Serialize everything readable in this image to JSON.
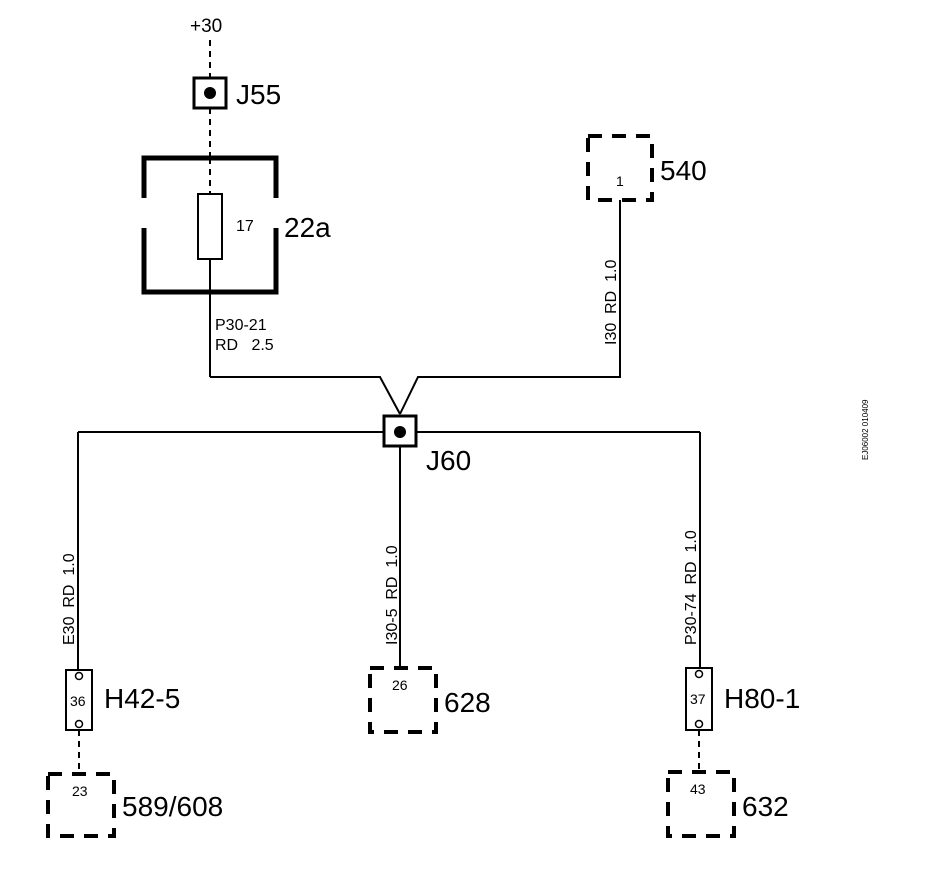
{
  "supply": {
    "label": "+30"
  },
  "junctions": {
    "j55": {
      "label": "J55"
    },
    "j60": {
      "label": "J60"
    }
  },
  "fuse": {
    "box_label": "22a",
    "number": "17",
    "wire_id": "P30-21",
    "wire_spec": "RD   2.5"
  },
  "components": {
    "c540": {
      "label": "540",
      "pin": "1",
      "wire": "I30  RD  1.0"
    },
    "c628": {
      "label": "628",
      "pin": "26",
      "wire": "I30-5  RD  1.0"
    },
    "h42": {
      "label": "H42-5",
      "pin": "36",
      "wire": "E30  RD  1.0"
    },
    "h80": {
      "label": "H80-1",
      "pin": "37",
      "wire": "P30-74  RD  1.0"
    },
    "c589": {
      "label": "589/608",
      "pin": "23"
    },
    "c632": {
      "label": "632",
      "pin": "43"
    }
  },
  "drawing_code": "EJ06002  010409"
}
